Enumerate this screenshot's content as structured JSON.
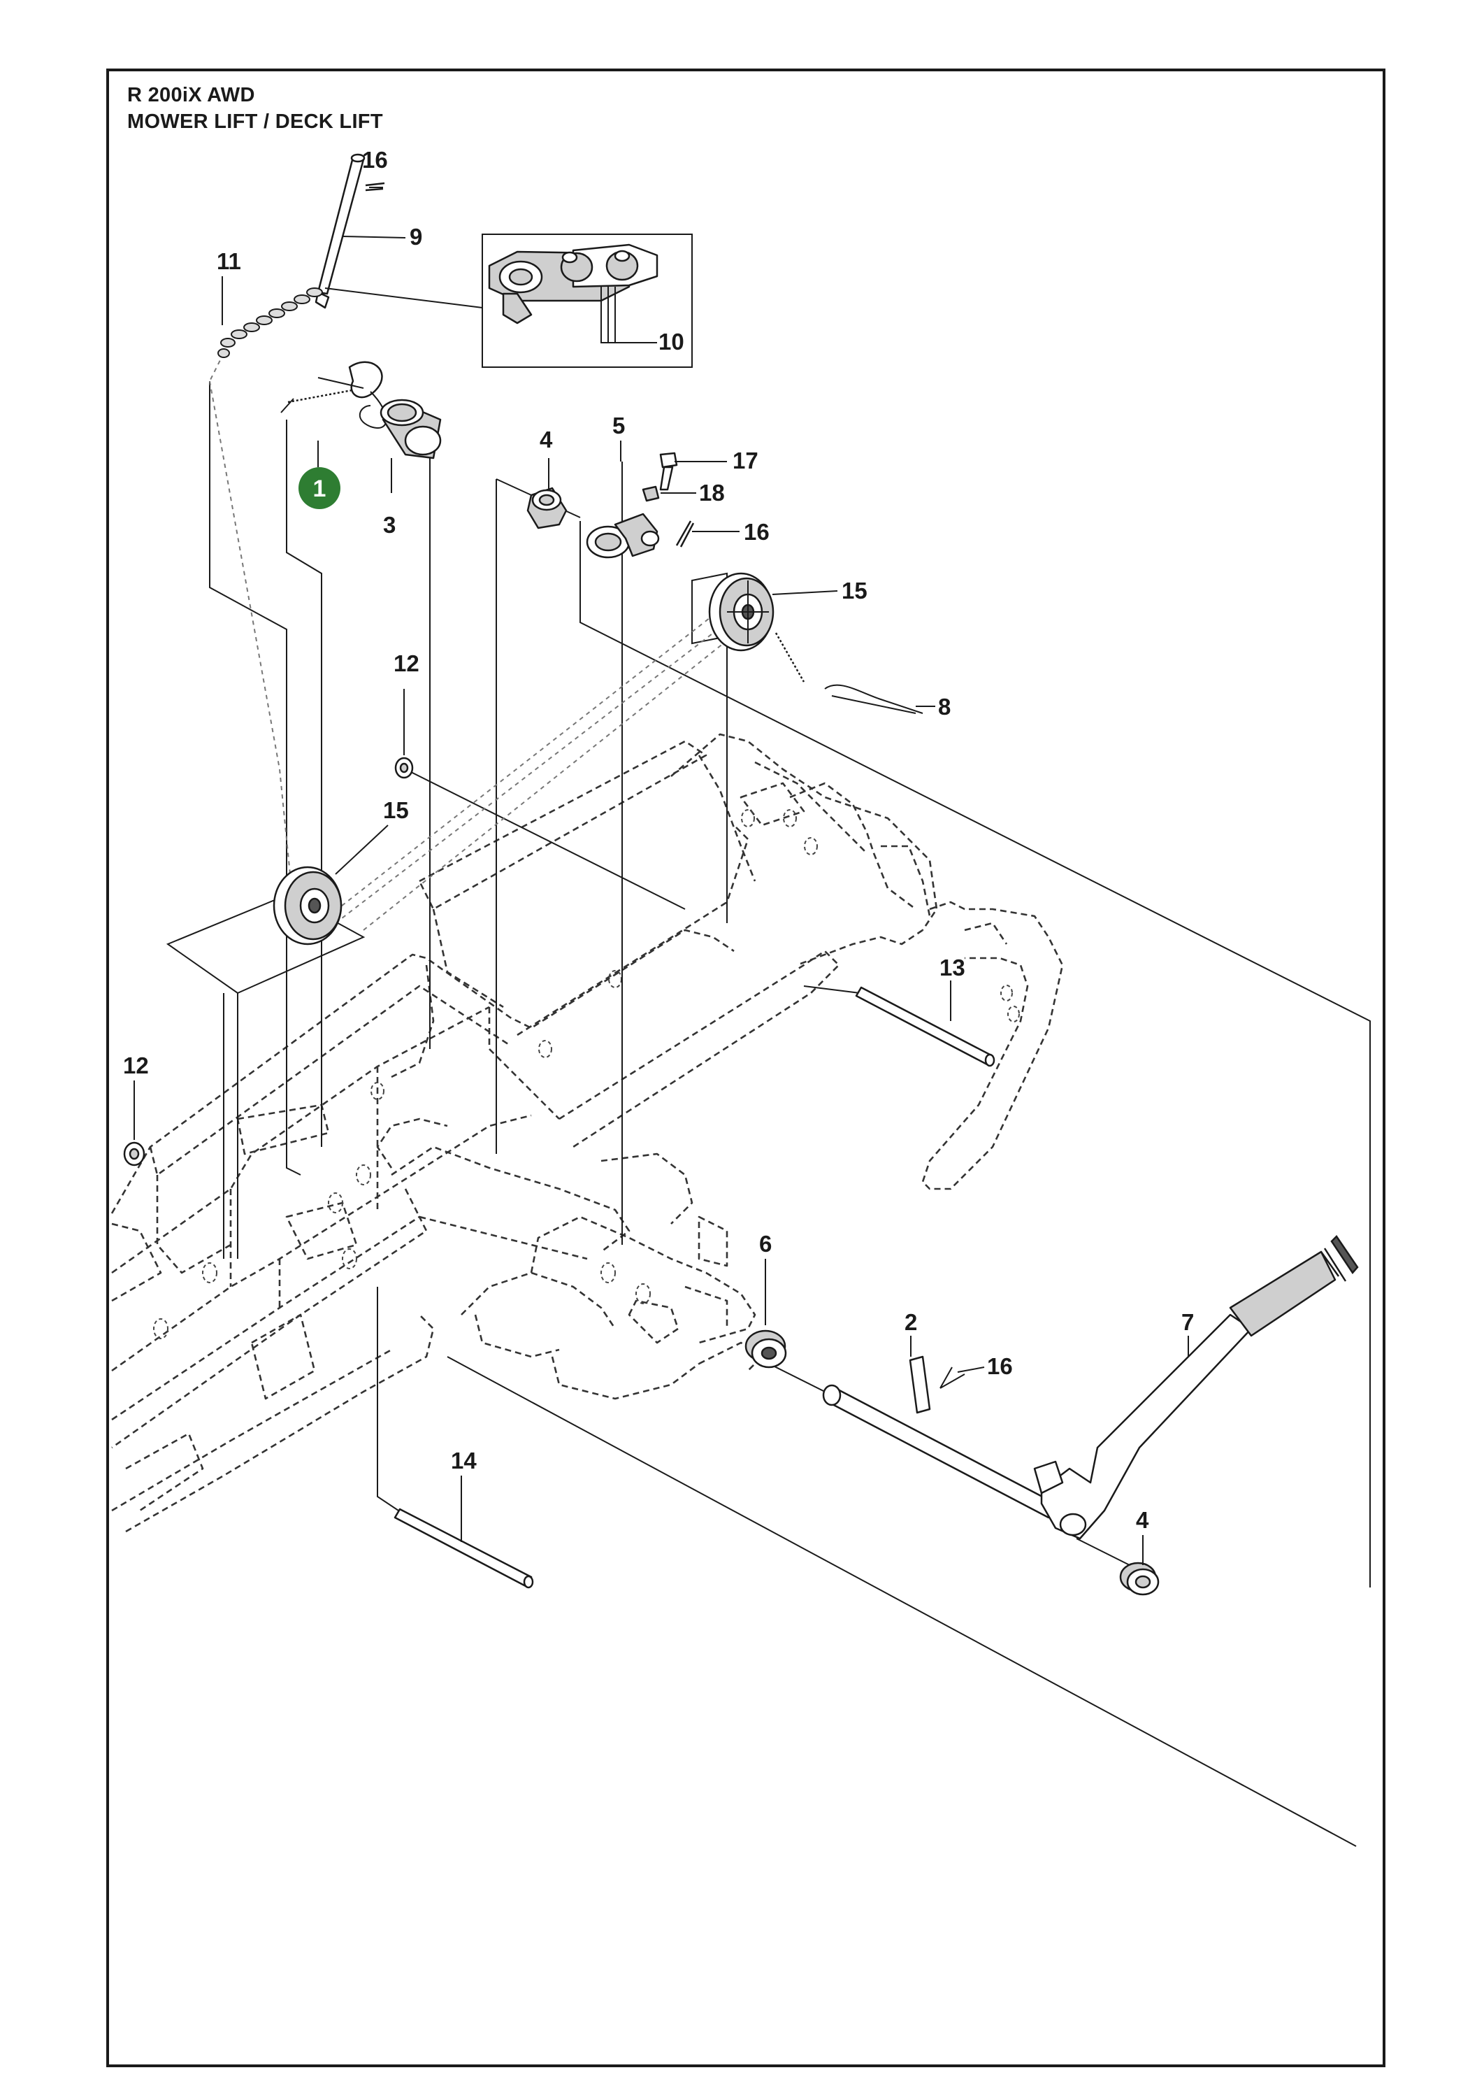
{
  "header": {
    "model": "R 200iX AWD",
    "section": "MOWER LIFT / DECK LIFT"
  },
  "badge": {
    "number": "1",
    "color": "#2e7d32"
  },
  "callouts": [
    {
      "id": "c16a",
      "label": "16"
    },
    {
      "id": "c9",
      "label": "9"
    },
    {
      "id": "c11",
      "label": "11"
    },
    {
      "id": "c10",
      "label": "10"
    },
    {
      "id": "c3",
      "label": "3"
    },
    {
      "id": "c4a",
      "label": "4"
    },
    {
      "id": "c5",
      "label": "5"
    },
    {
      "id": "c17",
      "label": "17"
    },
    {
      "id": "c18",
      "label": "18"
    },
    {
      "id": "c16b",
      "label": "16"
    },
    {
      "id": "c15a",
      "label": "15"
    },
    {
      "id": "c8",
      "label": "8"
    },
    {
      "id": "c12a",
      "label": "12"
    },
    {
      "id": "c15b",
      "label": "15"
    },
    {
      "id": "c13",
      "label": "13"
    },
    {
      "id": "c12b",
      "label": "12"
    },
    {
      "id": "c6",
      "label": "6"
    },
    {
      "id": "c2",
      "label": "2"
    },
    {
      "id": "c16c",
      "label": "16"
    },
    {
      "id": "c7",
      "label": "7"
    },
    {
      "id": "c14",
      "label": "14"
    },
    {
      "id": "c4b",
      "label": "4"
    }
  ]
}
